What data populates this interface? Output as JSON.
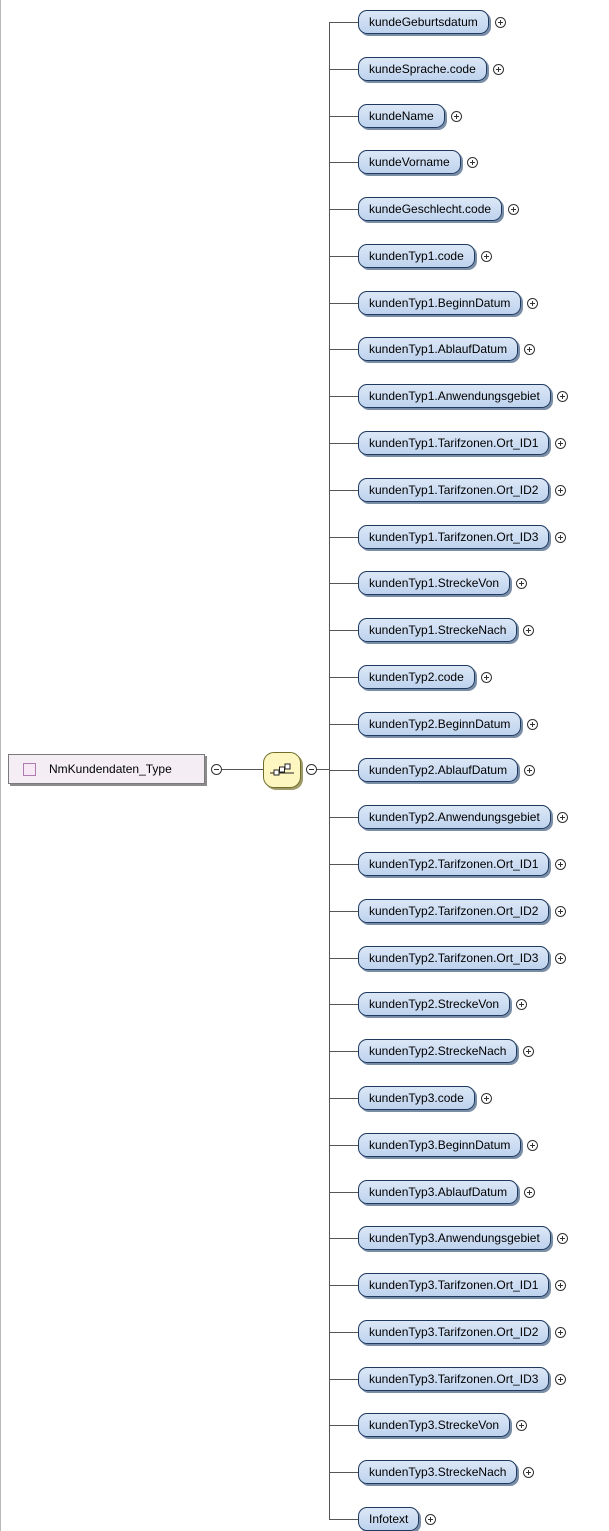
{
  "root_type": {
    "label": "NmKundendaten_Type",
    "icon": "complex-type-icon"
  },
  "compositor": {
    "kind": "sequence",
    "icon": "sequence-compositor-icon"
  },
  "elements": [
    "kundeGeburtsdatum",
    "kundeSprache.code",
    "kundeName",
    "kundeVorname",
    "kundeGeschlecht.code",
    "kundenTyp1.code",
    "kundenTyp1.BeginnDatum",
    "kundenTyp1.AblaufDatum",
    "kundenTyp1.Anwendungsgebiet",
    "kundenTyp1.Tarifzonen.Ort_ID1",
    "kundenTyp1.Tarifzonen.Ort_ID2",
    "kundenTyp1.Tarifzonen.Ort_ID3",
    "kundenTyp1.StreckeVon",
    "kundenTyp1.StreckeNach",
    "kundenTyp2.code",
    "kundenTyp2.BeginnDatum",
    "kundenTyp2.AblaufDatum",
    "kundenTyp2.Anwendungsgebiet",
    "kundenTyp2.Tarifzonen.Ort_ID1",
    "kundenTyp2.Tarifzonen.Ort_ID2",
    "kundenTyp2.Tarifzonen.Ort_ID3",
    "kundenTyp2.StreckeVon",
    "kundenTyp2.StreckeNach",
    "kundenTyp3.code",
    "kundenTyp3.BeginnDatum",
    "kundenTyp3.AblaufDatum",
    "kundenTyp3.Anwendungsgebiet",
    "kundenTyp3.Tarifzonen.Ort_ID1",
    "kundenTyp3.Tarifzonen.Ort_ID2",
    "kundenTyp3.Tarifzonen.Ort_ID3",
    "kundenTyp3.StreckeVon",
    "kundenTyp3.StreckeNach",
    "Infotext"
  ],
  "colors": {
    "element_fill": "#c9dbf2",
    "element_border": "#1e3a5f",
    "compositor_fill": "#fdf6c0",
    "type_fill": "#f4eef4"
  }
}
